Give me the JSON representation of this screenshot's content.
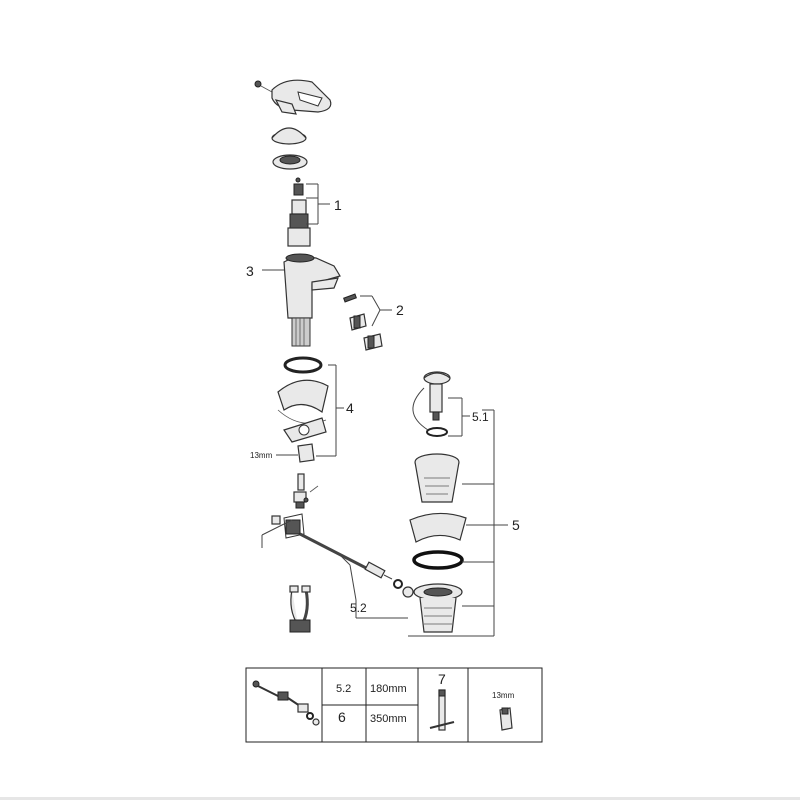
{
  "callouts": {
    "c1": "1",
    "c2": "2",
    "c3": "3",
    "c4": "4",
    "c5": "5",
    "c51": "5.1",
    "c52": "5.2",
    "wrench_size": "13mm"
  },
  "legend_table": {
    "row1_part": "5.2",
    "row1_length": "180mm",
    "row2_part": "6",
    "row2_length": "350mm",
    "tool_part": "7",
    "wrench_size": "13mm"
  }
}
